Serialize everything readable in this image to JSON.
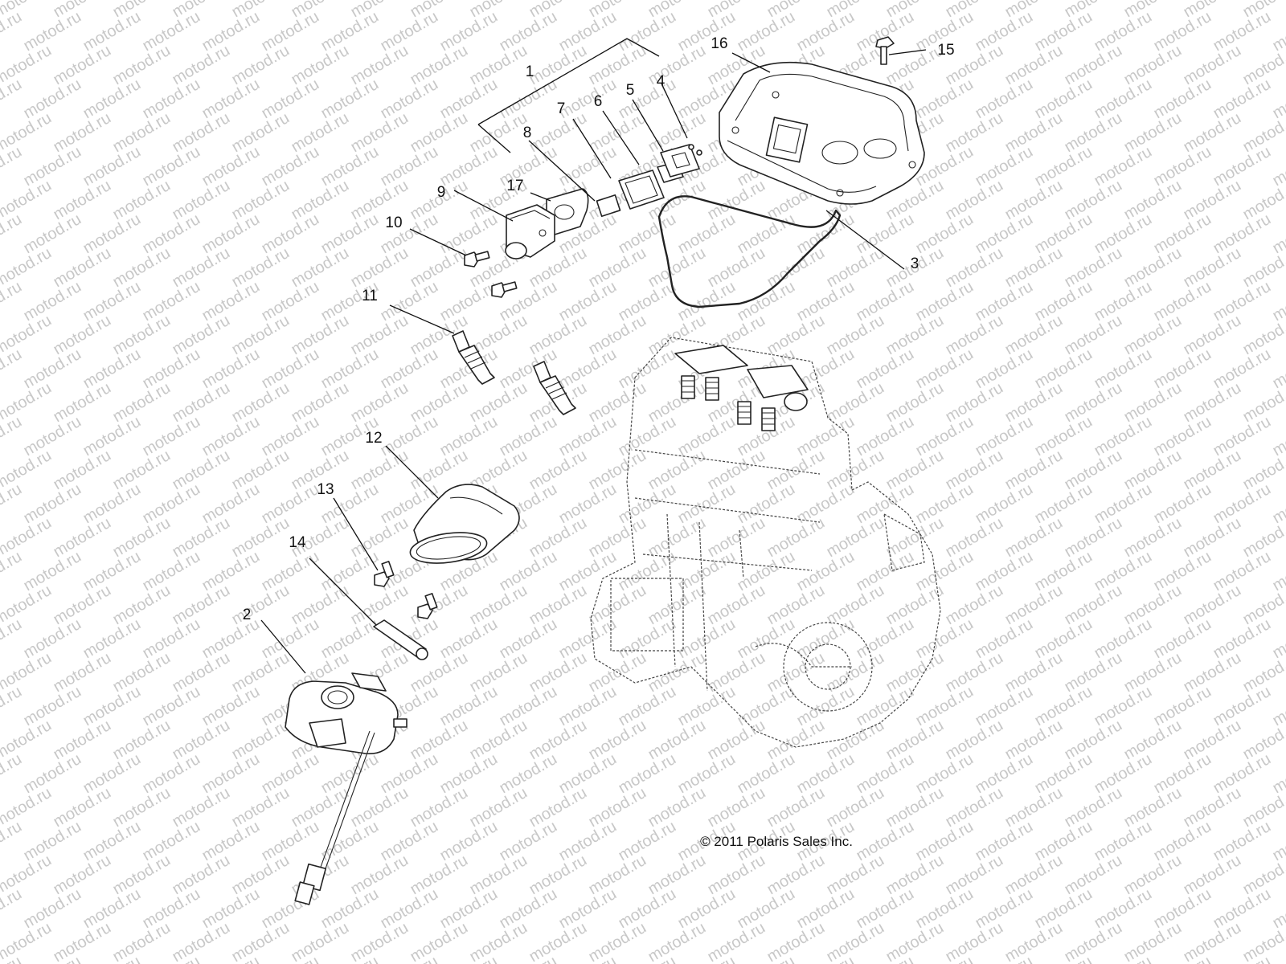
{
  "watermark": "motod.ru",
  "copyright": "© 2011 Polaris Sales Inc.",
  "callouts": [
    "1",
    "2",
    "3",
    "4",
    "5",
    "6",
    "7",
    "8",
    "9",
    "10",
    "11",
    "12",
    "13",
    "14",
    "15",
    "16",
    "17"
  ],
  "parts": [
    "valve-cover",
    "valve-cover-bolt",
    "valve-cover-gasket",
    "breather-assembly",
    "breather-plate",
    "breather-membrane",
    "breather-gasket",
    "breather-valve",
    "breather-housing-gasket",
    "breather-housing",
    "housing-bolt",
    "spark-plug",
    "intake-boot",
    "boot-bolt",
    "vent-hose",
    "throttle-body",
    "engine-assembly"
  ]
}
